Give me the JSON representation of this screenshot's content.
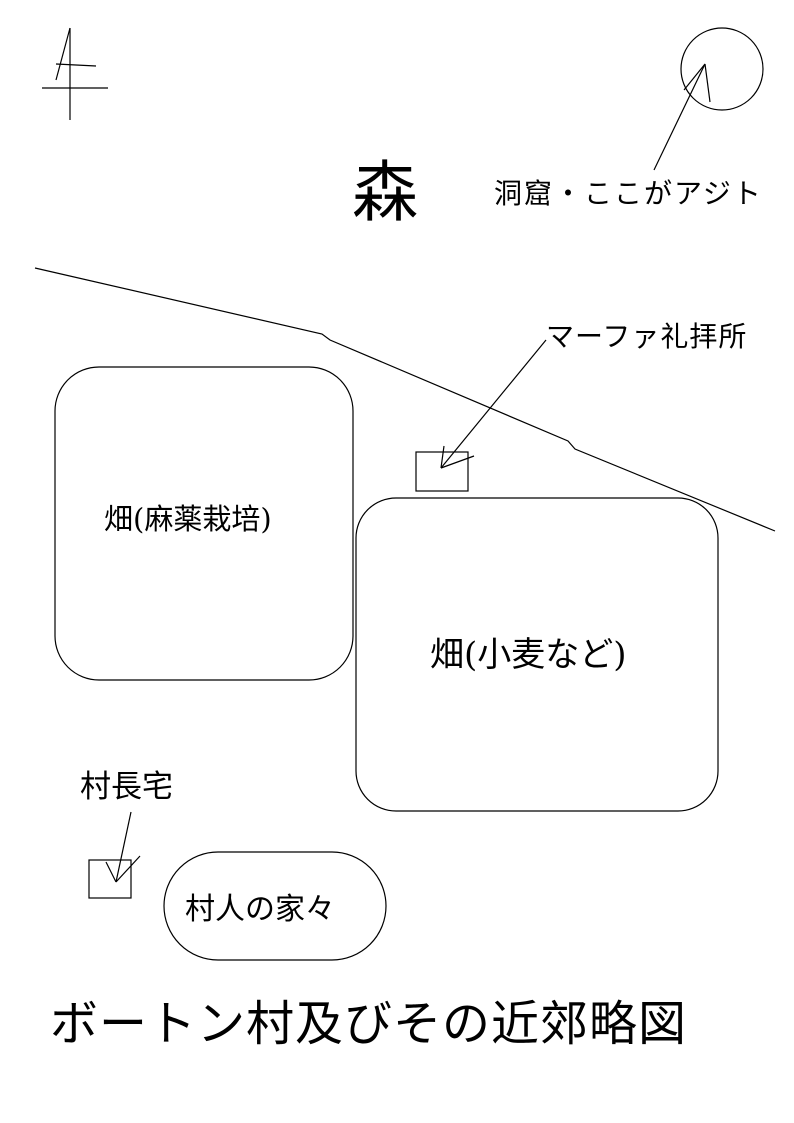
{
  "map": {
    "labels": {
      "forest": "森",
      "cave": "洞窟・ここがアジト",
      "shrine": "マーファ礼拝所",
      "field_drug": "畑(麻薬栽培)",
      "field_wheat": "畑(小麦など)",
      "chief_house": "村長宅",
      "village_houses": "村人の家々"
    },
    "title": "ボートン村及びその近郊略図",
    "line_color": "#000000",
    "background_color": "#ffffff"
  }
}
